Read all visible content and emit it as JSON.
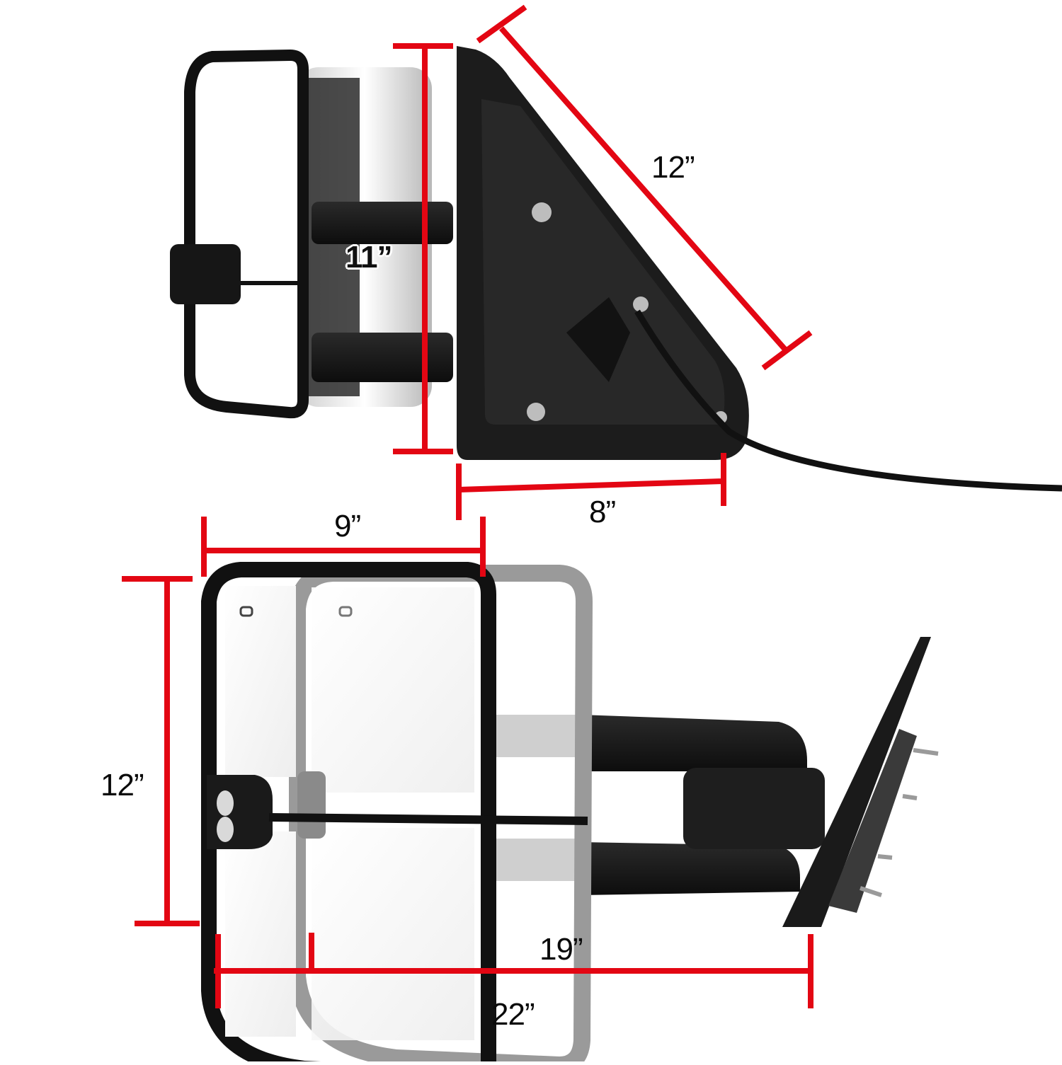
{
  "diagram": {
    "subject": "Towing side mirror dimensions",
    "colors": {
      "dimension_line": "#e30613",
      "mirror_body": "#1a1a1a",
      "mirror_ghost": "#9a9a9a",
      "background": "#ffffff",
      "text": "#0a0a0a"
    },
    "top_view": {
      "height_label": "11”",
      "diagonal_label": "12”",
      "base_width_label": "8”"
    },
    "bottom_view": {
      "head_width_label": "9”",
      "head_height_label": "12”",
      "retracted_length_label": "19”",
      "extended_length_label": "22”"
    },
    "icons": {
      "heated_icon": "heated-mirror-symbol"
    }
  }
}
